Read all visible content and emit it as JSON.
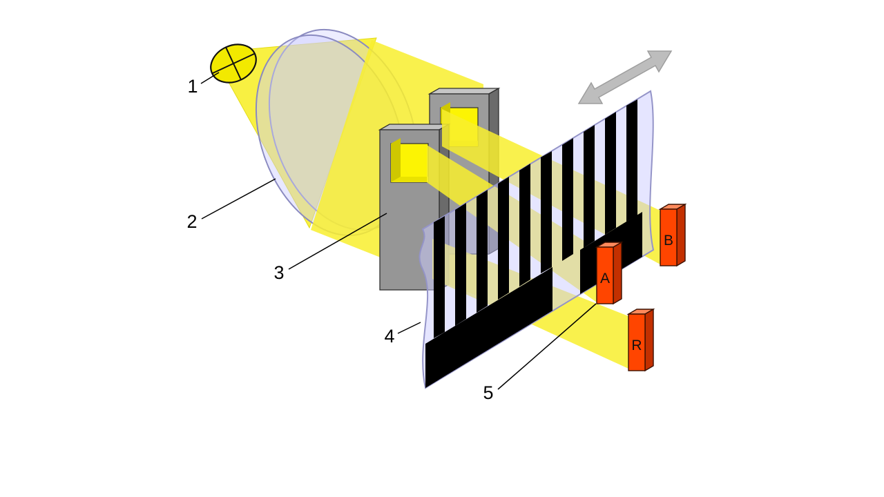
{
  "figure": {
    "background": "#ffffff",
    "callouts": [
      {
        "text": "1",
        "part": "light-source"
      },
      {
        "text": "2",
        "part": "condenser-lens"
      },
      {
        "text": "3",
        "part": "scanning-mask"
      },
      {
        "text": "4",
        "part": "coded-scale"
      },
      {
        "text": "5",
        "part": "photodetector"
      }
    ],
    "detectors": [
      {
        "text": "A"
      },
      {
        "text": "B"
      },
      {
        "text": "R"
      }
    ],
    "colors": {
      "light": "#F8EF2E",
      "bulb": "#F2E900",
      "lens": "#CCCCFF",
      "lens_edge": "#8A8AC0",
      "mask_front": "#969696",
      "mask_top": "#C6C6C6",
      "mask_side": "#6B6B6B",
      "scale": "#CCCCFF",
      "scale_edge": "#9494C8",
      "scale_stripes": "#000000",
      "detector_front": "#FF4500",
      "detector_top": "#FF8A5C",
      "detector_side": "#C33000",
      "arrow": "#BDBDBD",
      "outline": "#000000"
    }
  }
}
